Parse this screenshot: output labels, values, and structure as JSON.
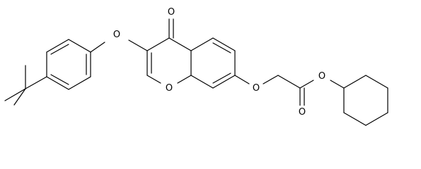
{
  "molecule": {
    "atoms": {
      "ketone_oxygen": "O",
      "aryl_ether_oxygen": "O",
      "ring_oxygen": "O",
      "ether_oxygen_7": "O",
      "carbonyl_oxygen": "O",
      "ester_oxygen": "O"
    }
  },
  "style": {
    "background": "#ffffff",
    "ink": "#000000"
  }
}
